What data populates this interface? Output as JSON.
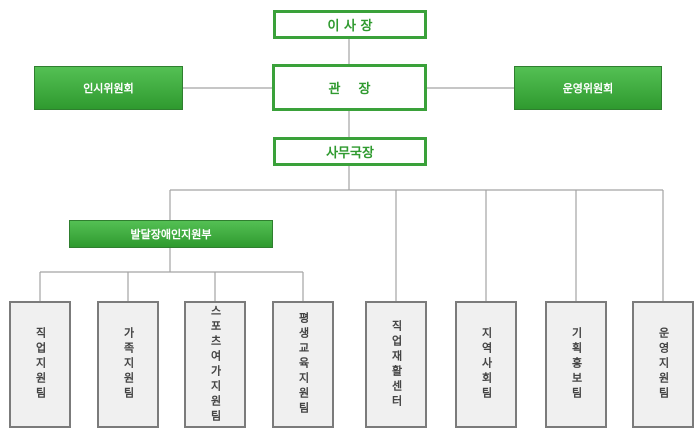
{
  "chart_data": {
    "type": "org-chart",
    "top": {
      "chairman": "이 사 장",
      "director": "관    장",
      "secretary_general": "사무국장"
    },
    "committees": {
      "left": "인시위원회",
      "right": "운영위원회"
    },
    "department": "발달장애인지원부",
    "department_teams": [
      "직업지원팀",
      "가족지원팀",
      "스포츠여가지원팀",
      "평생교육지원팀"
    ],
    "other_units": [
      "직업재활센터",
      "지역사회팀",
      "기획홍보팀",
      "운영지원팀"
    ]
  }
}
